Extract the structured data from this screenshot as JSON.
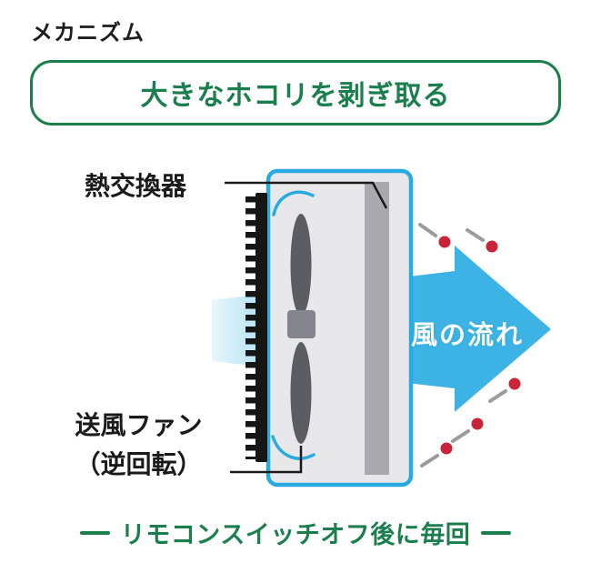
{
  "header": {
    "title": "メカニズム"
  },
  "banner": {
    "text": "大きなホコリを剥ぎ取る"
  },
  "labels": {
    "heat_exchanger": "熱交換器",
    "fan_line1": "送風ファン",
    "fan_line2": "（逆回転）",
    "airflow": "風の流れ"
  },
  "footer": {
    "text": "リモコンスイッチオフ後に毎回"
  },
  "colors": {
    "green": "#1b7e4d",
    "cyan_outline": "#29abe2",
    "arrow_blue": "#41b6e5",
    "unit_fill": "#e8e8ea",
    "heat_exchanger_gray": "#a9a9af",
    "fan_gray": "#5c5c63",
    "dust_red": "#c9243a",
    "dust_tail_gray": "#9b9b9b",
    "fin_black": "#151515"
  }
}
